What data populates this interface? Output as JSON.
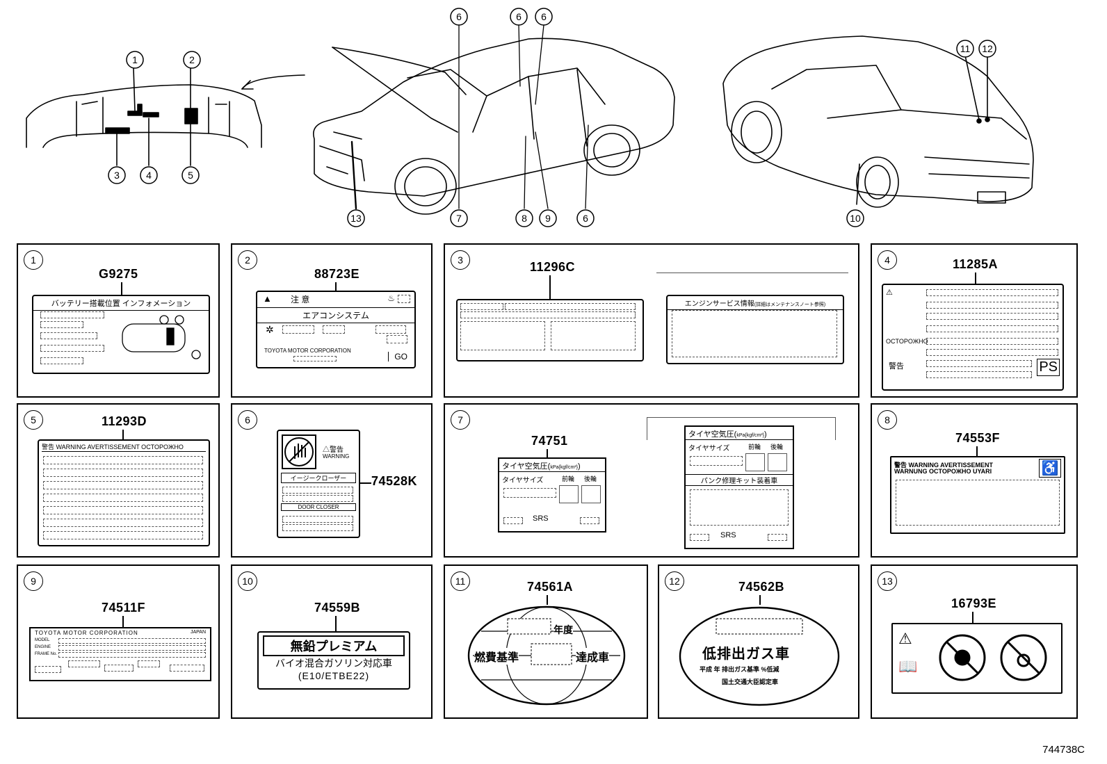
{
  "overview": {
    "callouts": [
      "1",
      "2",
      "3",
      "4",
      "5",
      "6",
      "7",
      "8",
      "9",
      "10",
      "11",
      "12",
      "13"
    ]
  },
  "panels": [
    {
      "num": "1",
      "code": "G9275",
      "texts": {
        "head": "バッテリー搭載位置 インフォメーション"
      }
    },
    {
      "num": "2",
      "code": "88723E",
      "texts": {
        "caution": "注 意",
        "system": "エアコンシステム",
        "maker": "TOYOTA MOTOR CORPORATION"
      }
    },
    {
      "num": "3",
      "code": "11296C",
      "texts": {
        "service": "エンジンサービス情報",
        "service_note": "(詳細はメンテナンスノート参照)"
      }
    },
    {
      "num": "4",
      "code": "11285A",
      "texts": {
        "ru": "OCTOPOЖHO",
        "jp": "警告",
        "ps": "PS"
      }
    },
    {
      "num": "5",
      "code": "11293D",
      "texts": {
        "head": "警告 WARNING AVERTISSEMENT OCTOPOЖHO"
      }
    },
    {
      "num": "6",
      "code": "74528K",
      "texts": {
        "warn_jp": "警告",
        "warn_en": "WARNING",
        "closer_jp": "イージークローザー",
        "closer_en": "DOOR CLOSER"
      }
    },
    {
      "num": "7",
      "code": "74751",
      "texts": {
        "pressure": "タイヤ空気圧",
        "unit": "kPa{kgf/cm²}",
        "size": "タイヤサイズ",
        "front": "前輪",
        "rear": "後輪",
        "srs": "SRS",
        "repair": "パンク修理キット装着車"
      }
    },
    {
      "num": "8",
      "code": "74553F",
      "texts": {
        "line1": "警告 WARNING AVERTISSEMENT",
        "line2": "WARNUNG OCTOPOЖHO UYARI"
      }
    },
    {
      "num": "9",
      "code": "74511F",
      "texts": {
        "maker": "TOYOTA MOTOR CORPORATION",
        "country": "JAPAN",
        "model": "MODEL",
        "engine": "ENGINE",
        "frame": "FRAME No."
      }
    },
    {
      "num": "10",
      "code": "74559B",
      "texts": {
        "line1": "無鉛プレミアム",
        "line2": "バイオ混合ガソリン対応車",
        "line3": "(E10/ETBE22)"
      }
    },
    {
      "num": "11",
      "code": "74561A",
      "texts": {
        "year": "年度",
        "standard": "燃費基準",
        "achieved": "達成車"
      }
    },
    {
      "num": "12",
      "code": "74562B",
      "texts": {
        "main": "低排出ガス車",
        "sub": "平成 年 排出ガス基準 %低減",
        "ministry": "国土交通大臣認定車"
      }
    },
    {
      "num": "13",
      "code": "16793E",
      "texts": {}
    }
  ],
  "diagram_code": "744738C"
}
